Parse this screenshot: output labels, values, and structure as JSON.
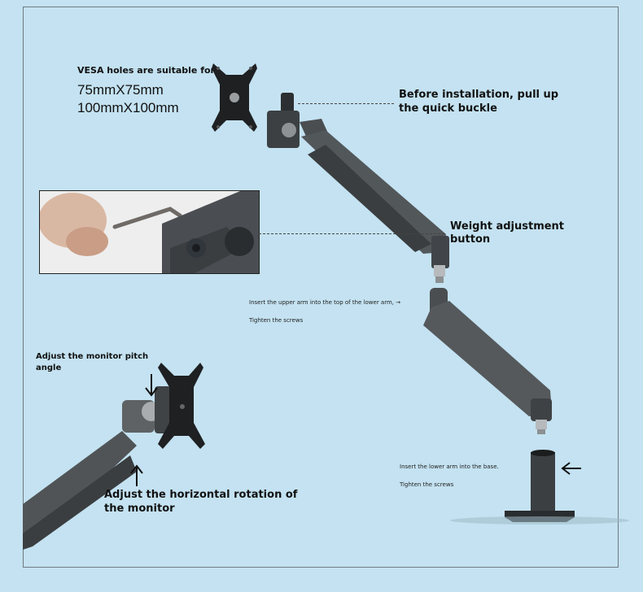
{
  "vesa": {
    "heading": "VESA holes are suitable for",
    "sizes": [
      "75mmX75mm",
      "100mmX100mm"
    ]
  },
  "callouts": {
    "quick_buckle": [
      "Before installation, pull up",
      "the quick buckle"
    ],
    "weight_adjust": [
      "Weight adjustment",
      "button"
    ],
    "upper_arm": "Insert the upper arm into the top of the lower arm, →",
    "upper_arm_2": "Tighten the screws",
    "pitch": [
      "Adjust the monitor pitch",
      "angle"
    ],
    "horizontal": [
      "Adjust the horizontal rotation of",
      "the monitor"
    ],
    "lower_arm": "Insert the lower arm into the base.",
    "lower_arm_2": "Tighten the screws"
  },
  "colors": {
    "background": "#c4e2f1",
    "arm": "#4a4e50",
    "arm_dark": "#2f3234"
  },
  "icons": [
    "arrow-down-icon",
    "arrow-up-icon",
    "arrow-left-icon"
  ]
}
